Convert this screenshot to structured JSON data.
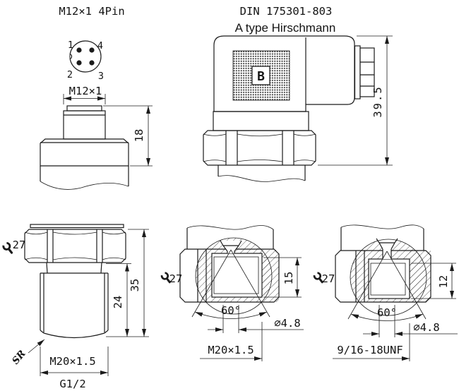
{
  "page": {
    "background": "#ffffff",
    "line_color": "#1b1b1b"
  },
  "pin_diagram": {
    "title": "M12×1 4Pin",
    "pins": {
      "p1": "1",
      "p2": "2",
      "p3": "3",
      "p4": "4"
    },
    "thread_label": "M12×1",
    "height_dim": "18"
  },
  "din_connector": {
    "title_line1": "DIN 175301-803",
    "title_line2": "A type Hirschmann",
    "marking": "B",
    "height_dim": "39.5"
  },
  "port_m20_external": {
    "wrench_size": "27",
    "overall_length_dim": "35",
    "thread_length_dim": "24",
    "tip_label": "SR",
    "thread_label": "M20×1.5",
    "alt_thread_label": "G1/2"
  },
  "port_m20_section": {
    "wrench_size": "27",
    "bore_depth_dim": "15",
    "cone_angle": "60°",
    "orifice_dia": "∅4.8",
    "thread_label": "M20×1.5"
  },
  "port_unf_section": {
    "wrench_size": "27",
    "bore_depth_dim": "12",
    "cone_angle": "60°",
    "orifice_dia": "∅4.8",
    "thread_label": "9/16-18UNF"
  },
  "icons": {
    "wrench_symbol": "open-end-wrench"
  }
}
